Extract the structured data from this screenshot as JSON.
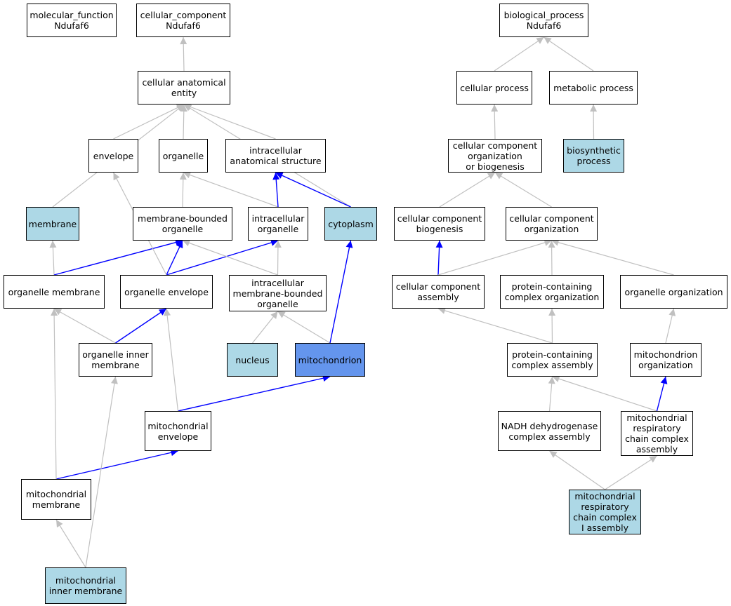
{
  "graph_title": "",
  "colors": {
    "node_fill": "#ffffff",
    "highlight_fill": "#add8e6",
    "focus_fill": "#6495ed",
    "edge_gray": "#c0c0c0",
    "edge_blue": "#0000ff",
    "border": "#000000"
  },
  "nodes": [
    {
      "id": "mf",
      "label": "molecular_function\nNdufaf6",
      "fill": "white"
    },
    {
      "id": "cc",
      "label": "cellular_component\nNdufaf6",
      "fill": "white"
    },
    {
      "id": "bp",
      "label": "biological_process\nNdufaf6",
      "fill": "white"
    },
    {
      "id": "cae",
      "label": "cellular anatomical\nentity",
      "fill": "white"
    },
    {
      "id": "cp",
      "label": "cellular process",
      "fill": "white"
    },
    {
      "id": "mp",
      "label": "metabolic process",
      "fill": "white"
    },
    {
      "id": "env",
      "label": "envelope",
      "fill": "white"
    },
    {
      "id": "org",
      "label": "organelle",
      "fill": "white"
    },
    {
      "id": "ias",
      "label": "intracellular\nanatomical structure",
      "fill": "white"
    },
    {
      "id": "ccob",
      "label": "cellular component\norganization\nor biogenesis",
      "fill": "white"
    },
    {
      "id": "bio",
      "label": "biosynthetic\nprocess",
      "fill": "light"
    },
    {
      "id": "mem",
      "label": "membrane",
      "fill": "light"
    },
    {
      "id": "mbo",
      "label": "membrane-bounded\norganelle",
      "fill": "white"
    },
    {
      "id": "io",
      "label": "intracellular\norganelle",
      "fill": "white"
    },
    {
      "id": "cyt",
      "label": "cytoplasm",
      "fill": "light"
    },
    {
      "id": "ccb",
      "label": "cellular component\nbiogenesis",
      "fill": "white"
    },
    {
      "id": "cco",
      "label": "cellular component\norganization",
      "fill": "white"
    },
    {
      "id": "om",
      "label": "organelle membrane",
      "fill": "white"
    },
    {
      "id": "oe",
      "label": "organelle envelope",
      "fill": "white"
    },
    {
      "id": "imbo",
      "label": "intracellular\nmembrane-bounded\norganelle",
      "fill": "white"
    },
    {
      "id": "cca",
      "label": "cellular component\nassembly",
      "fill": "white"
    },
    {
      "id": "pcco",
      "label": "protein-containing\ncomplex organization",
      "fill": "white"
    },
    {
      "id": "oo",
      "label": "organelle organization",
      "fill": "white"
    },
    {
      "id": "oim",
      "label": "organelle inner\nmembrane",
      "fill": "white"
    },
    {
      "id": "nuc",
      "label": "nucleus",
      "fill": "light"
    },
    {
      "id": "mito",
      "label": "mitochondrion",
      "fill": "focus"
    },
    {
      "id": "pcca",
      "label": "protein-containing\ncomplex assembly",
      "fill": "white"
    },
    {
      "id": "mo",
      "label": "mitochondrion\norganization",
      "fill": "white"
    },
    {
      "id": "menv",
      "label": "mitochondrial\nenvelope",
      "fill": "white"
    },
    {
      "id": "ndca",
      "label": "NADH dehydrogenase\ncomplex assembly",
      "fill": "white"
    },
    {
      "id": "mrcca",
      "label": "mitochondrial\nrespiratory\nchain complex\nassembly",
      "fill": "white"
    },
    {
      "id": "mm",
      "label": "mitochondrial\nmembrane",
      "fill": "white"
    },
    {
      "id": "mrcc1",
      "label": "mitochondrial\nrespiratory\nchain complex\nI assembly",
      "fill": "light"
    },
    {
      "id": "mim",
      "label": "mitochondrial\ninner membrane",
      "fill": "light"
    }
  ],
  "edges": [
    {
      "from": "cae",
      "to": "cc",
      "color": "gray"
    },
    {
      "from": "env",
      "to": "cae",
      "color": "gray"
    },
    {
      "from": "org",
      "to": "cae",
      "color": "gray"
    },
    {
      "from": "ias",
      "to": "cae",
      "color": "gray"
    },
    {
      "from": "mem",
      "to": "cae",
      "color": "gray"
    },
    {
      "from": "cyt",
      "to": "cae",
      "color": "gray"
    },
    {
      "from": "mbo",
      "to": "org",
      "color": "gray"
    },
    {
      "from": "io",
      "to": "org",
      "color": "gray"
    },
    {
      "from": "io",
      "to": "ias",
      "color": "blue"
    },
    {
      "from": "cyt",
      "to": "ias",
      "color": "blue"
    },
    {
      "from": "om",
      "to": "mem",
      "color": "gray"
    },
    {
      "from": "om",
      "to": "mbo",
      "color": "blue"
    },
    {
      "from": "oe",
      "to": "mbo",
      "color": "blue"
    },
    {
      "from": "oe",
      "to": "io",
      "color": "blue"
    },
    {
      "from": "oe",
      "to": "env",
      "color": "gray"
    },
    {
      "from": "imbo",
      "to": "mbo",
      "color": "gray"
    },
    {
      "from": "imbo",
      "to": "io",
      "color": "gray"
    },
    {
      "from": "oim",
      "to": "om",
      "color": "gray"
    },
    {
      "from": "oim",
      "to": "oe",
      "color": "blue"
    },
    {
      "from": "nuc",
      "to": "imbo",
      "color": "gray"
    },
    {
      "from": "mito",
      "to": "imbo",
      "color": "gray"
    },
    {
      "from": "mito",
      "to": "cyt",
      "color": "blue"
    },
    {
      "from": "menv",
      "to": "mito",
      "color": "blue"
    },
    {
      "from": "menv",
      "to": "oe",
      "color": "gray"
    },
    {
      "from": "mm",
      "to": "menv",
      "color": "blue"
    },
    {
      "from": "mm",
      "to": "om",
      "color": "gray"
    },
    {
      "from": "mim",
      "to": "mm",
      "color": "gray"
    },
    {
      "from": "mim",
      "to": "oim",
      "color": "gray"
    },
    {
      "from": "cp",
      "to": "bp",
      "color": "gray"
    },
    {
      "from": "mp",
      "to": "bp",
      "color": "gray"
    },
    {
      "from": "ccob",
      "to": "cp",
      "color": "gray"
    },
    {
      "from": "bio",
      "to": "mp",
      "color": "gray"
    },
    {
      "from": "ccb",
      "to": "ccob",
      "color": "gray"
    },
    {
      "from": "cco",
      "to": "ccob",
      "color": "gray"
    },
    {
      "from": "cca",
      "to": "ccb",
      "color": "blue"
    },
    {
      "from": "cca",
      "to": "cco",
      "color": "gray"
    },
    {
      "from": "pcco",
      "to": "cco",
      "color": "gray"
    },
    {
      "from": "oo",
      "to": "cco",
      "color": "gray"
    },
    {
      "from": "pcca",
      "to": "cca",
      "color": "gray"
    },
    {
      "from": "pcca",
      "to": "pcco",
      "color": "gray"
    },
    {
      "from": "mo",
      "to": "oo",
      "color": "gray"
    },
    {
      "from": "ndca",
      "to": "pcca",
      "color": "gray"
    },
    {
      "from": "mrcca",
      "to": "pcca",
      "color": "gray"
    },
    {
      "from": "mrcca",
      "to": "mo",
      "color": "blue"
    },
    {
      "from": "mrcc1",
      "to": "ndca",
      "color": "gray"
    },
    {
      "from": "mrcc1",
      "to": "mrcca",
      "color": "gray"
    }
  ]
}
